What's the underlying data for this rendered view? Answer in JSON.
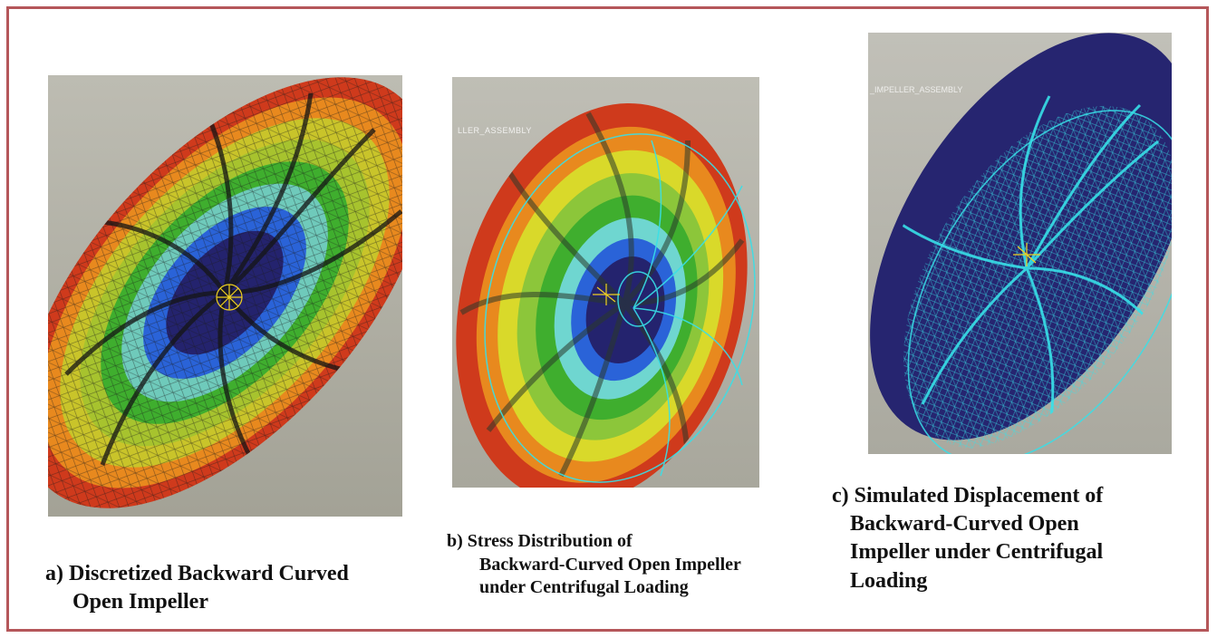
{
  "figure": {
    "border_color": "#b5575a",
    "panels": [
      {
        "id": "a",
        "model_label": "",
        "caption_lines": [
          "a) Discretized Backward Curved",
          "Open Impeller"
        ],
        "background": "#a9a89b",
        "rendering": "finite element mesh, colored contour"
      },
      {
        "id": "b",
        "model_label": "LLER_ASSEMBLY",
        "caption_lines": [
          "b) Stress Distribution of",
          "Backward-Curved  Open Impeller",
          "under Centrifugal Loading"
        ],
        "background": "#b2b1a8",
        "rendering": "stress contour with cyan deformed outline"
      },
      {
        "id": "c",
        "model_label": "_IMPELLER_ASSEMBLY",
        "caption_lines": [
          "c) Simulated Displacement of",
          "Backward-Curved Open",
          "Impeller under Centrifugal",
          "Loading"
        ],
        "background": "#b9b8b0",
        "rendering": "displacement wireframe, cyan on dark blue"
      }
    ],
    "colors": {
      "contour_red": "#cf3a1c",
      "contour_orange": "#e8891e",
      "contour_yellow": "#d9d92a",
      "contour_green": "#3fae2e",
      "contour_cyan": "#6fd6d0",
      "contour_blue": "#2a63d8",
      "contour_navy": "#24236e",
      "wire_cyan": "#38e0e8"
    }
  }
}
